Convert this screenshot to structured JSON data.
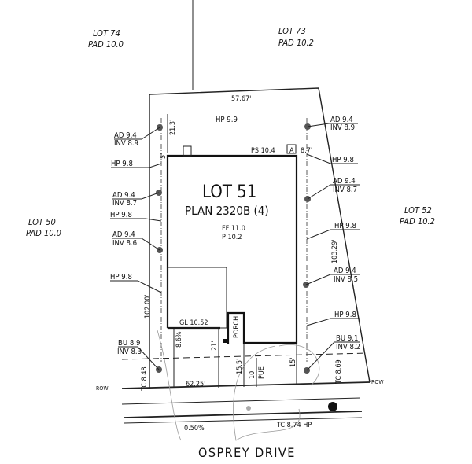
{
  "adjacent_lots": [
    {
      "lot": "LOT 74",
      "pad": "PAD 10.0"
    },
    {
      "lot": "LOT 73",
      "pad": "PAD 10.2"
    },
    {
      "lot": "LOT 50",
      "pad": "PAD 10.0"
    },
    {
      "lot": "LOT 52",
      "pad": "PAD 10.2"
    }
  ],
  "lot": {
    "title": "LOT 51",
    "plan": "PLAN 2320B (4)",
    "ff": "FF 11.0",
    "p": "P 10.2",
    "garage_label": "GL 10.52",
    "porch_label": "PORCH",
    "ps_label": "PS 10.4",
    "a_marker": "A"
  },
  "dimensions": {
    "rear": "57.67'",
    "rear_setback": "21.3'",
    "left_side_setback": "5'",
    "right_side_setback": "8.7'",
    "right_side": "103.29'",
    "left_side": "102.00'",
    "front": "62.25'",
    "front_setback_garage": "21'",
    "front_setback_porch": "15.5'",
    "pue_width": "10'",
    "pue_label": "PUE",
    "front_setback_right": "15'",
    "driveway_slope": "8.6%"
  },
  "grades": {
    "hp_rear": "HP 9.9",
    "left": [
      {
        "l1": "AD 9.4",
        "l2": "INV 8.9"
      },
      {
        "l1": "HP 9.8"
      },
      {
        "l1": "AD 9.4",
        "l2": "INV 8.7"
      },
      {
        "l1": "HP 9.8"
      },
      {
        "l1": "AD 9.4",
        "l2": "INV 8.6"
      },
      {
        "l1": "HP 9.8"
      },
      {
        "l1": "BU 8.9",
        "l2": "INV 8.3"
      }
    ],
    "right": [
      {
        "l1": "AD 9.4",
        "l2": "INV 8.9"
      },
      {
        "l1": "HP 9.8"
      },
      {
        "l1": "AD 9.4",
        "l2": "INV 8.7"
      },
      {
        "l1": "HP 9.8"
      },
      {
        "l1": "AD 9.4",
        "l2": "INV 8.5"
      },
      {
        "l1": "HP 9.8"
      },
      {
        "l1": "BU 9.1",
        "l2": "INV 8.2"
      }
    ],
    "tc_left": "TC 8.48",
    "tc_right": "TC 8.69",
    "tc_street": "TC 8.74 HP",
    "street_slope": "0.50%"
  },
  "street": {
    "name": "OSPREY DRIVE",
    "row_left": "ROW",
    "row_right": "ROW"
  }
}
